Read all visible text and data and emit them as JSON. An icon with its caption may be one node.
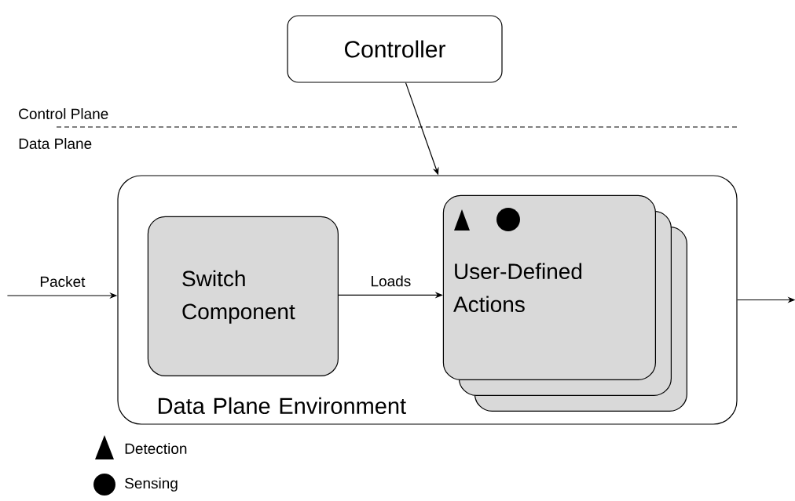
{
  "diagram": {
    "nodes": [
      {
        "text": [
          "Controller"
        ]
      },
      {
        "text": [
          "Data Plane Environment"
        ]
      },
      {
        "text": [
          "Switch Component"
        ],
        "in": 1
      },
      {
        "text": [
          "User-Defined Actions"
        ],
        "in": 1
      }
    ],
    "edges": [
      {
        "from": 0,
        "to": 1,
        "arrow": "to"
      },
      {
        "from": null,
        "to": 1,
        "arrow": "to",
        "label": "Packet"
      },
      {
        "from": 2,
        "to": 3,
        "arrow": "to",
        "label": "Loads"
      },
      {
        "from": 1,
        "to": null,
        "arrow": "to"
      }
    ],
    "labels": [
      "Control Plane",
      "Data Plane"
    ],
    "legend": [
      {
        "text": "Detection"
      },
      {
        "text": "Sensing"
      }
    ]
  }
}
